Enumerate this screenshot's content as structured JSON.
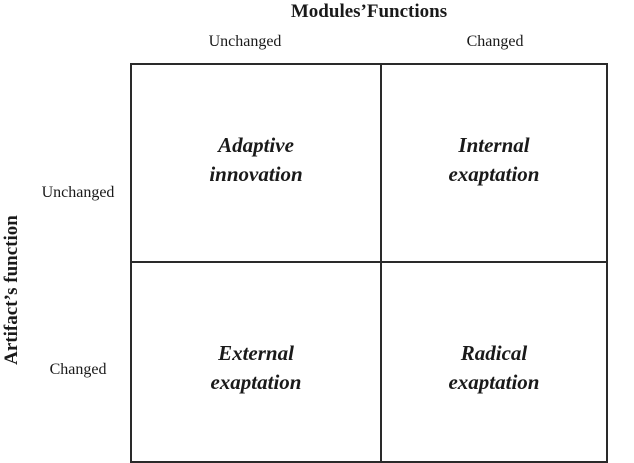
{
  "diagram": {
    "x_axis_title": "Modules’Functions",
    "x_axis_categories": [
      "Unchanged",
      "Changed"
    ],
    "y_axis_title": "Artifact’s function",
    "y_axis_categories": [
      "Unchanged",
      "Changed"
    ],
    "cells": {
      "top_left": "Adaptive\ninnovation",
      "top_right": "Internal\nexaptation",
      "bottom_left": "External\nexaptation",
      "bottom_right": "Radical\nexaptation"
    }
  }
}
